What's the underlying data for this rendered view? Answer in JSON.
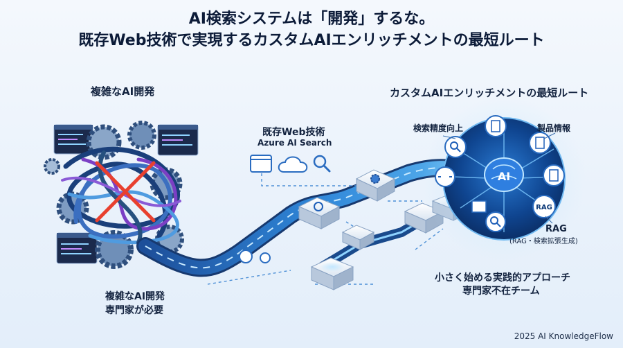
{
  "header": {
    "line1": "AI検索システムは「開発」するな。",
    "line2": "既存Web技術で実現するカスタムAIエンリッチメントの最短ルート"
  },
  "left": {
    "heading": "複雑なAI開発",
    "caption_line1": "複雑なAI開発",
    "caption_line2": "専門家が必要"
  },
  "middle": {
    "heading": "既存Web技術",
    "subheading": "Azure AI Search"
  },
  "right": {
    "heading": "カスタムAIエンリッチメントの最短ルート",
    "node_search": "検索精度向上",
    "node_product": "製品情報",
    "hub_label": "AI",
    "rag_badge": "RAG",
    "rag_label": "RAG",
    "rag_sub": "(RAG・検索拡張生成)",
    "approach_line1": "小さく始める実践的アプローチ",
    "approach_line2": "専門家不在チーム"
  },
  "footer": {
    "credit": "2025 AI KnowledgeFlow"
  },
  "colors": {
    "accent": "#1f7fd6",
    "cross": "#e8402f",
    "hub": "#0d3a78",
    "glow": "#7cc8ff"
  }
}
